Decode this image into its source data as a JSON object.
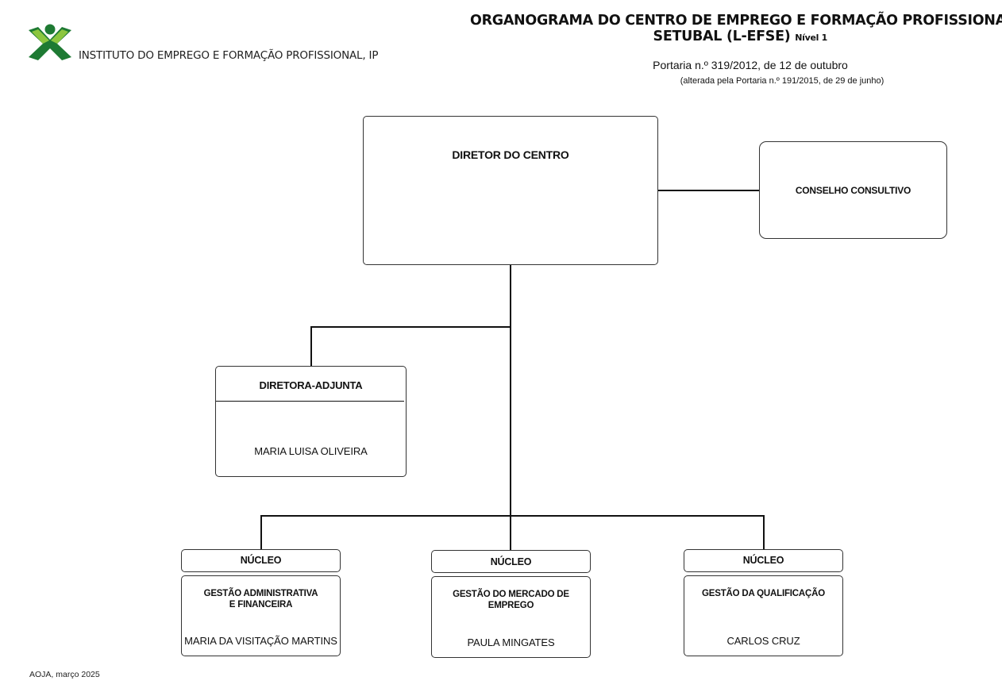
{
  "header": {
    "logo_text": "INSTITUTO DO EMPREGO E FORMAÇÃO PROFISSIONAL, IP",
    "title_line1": "ORGANOGRAMA DO  CENTRO DE EMPREGO E FORMAÇÃO PROFISSIONAL DE",
    "title_line2": "SETUBAL (L-EFSE)",
    "level": "Nível 1",
    "portaria": "Portaria n.º 319/2012, de 12 de outubro",
    "alteracao": "(alterada pela Portaria n.º 191/2015, de 29 de junho)",
    "brand_colors": {
      "green_dark": "#1e7a33",
      "green_light": "#8cc63f"
    }
  },
  "org": {
    "director": {
      "title": "DIRETOR DO CENTRO"
    },
    "advisory": {
      "title": "CONSELHO CONSULTIVO"
    },
    "deputy": {
      "title": "DIRETORA-ADJUNTA",
      "person": "MARIA LUISA OLIVEIRA"
    },
    "units": [
      {
        "header": "NÚCLEO",
        "name_line1": "GESTÃO ADMINISTRATIVA",
        "name_line2": "E FINANCEIRA",
        "person": "MARIA DA VISITAÇÃO MARTINS"
      },
      {
        "header": "NÚCLEO",
        "name_line1": "GESTÃO DO MERCADO DE EMPREGO",
        "name_line2": "",
        "person": "PAULA MINGATES"
      },
      {
        "header": "NÚCLEO",
        "name_line1": "GESTÃO DA QUALIFICAÇÃO",
        "name_line2": "",
        "person": "CARLOS CRUZ"
      }
    ]
  },
  "footer": {
    "note": "AOJA, março 2025"
  }
}
